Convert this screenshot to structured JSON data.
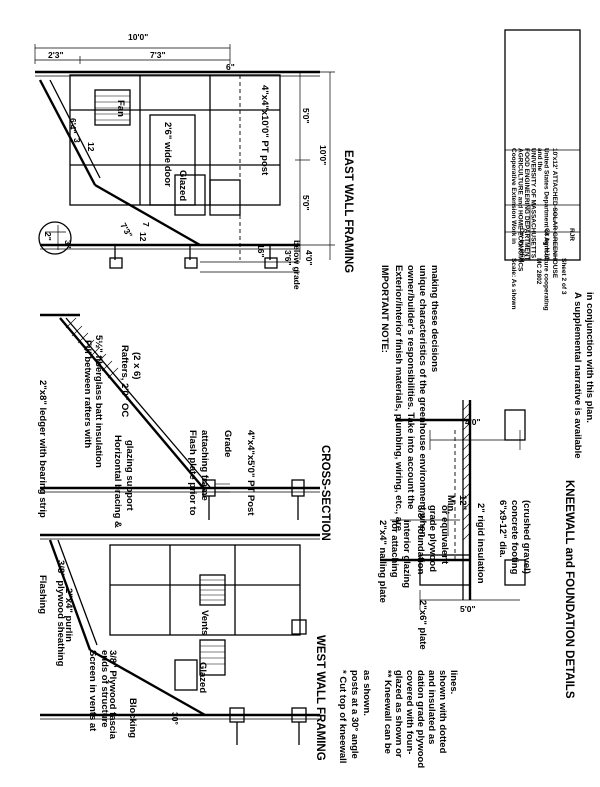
{
  "east_wall": {
    "title": "EAST WALL FRAMING",
    "dims": {
      "overall_width": "10'0\"",
      "left_width": "2'3\"",
      "right_width": "7'3\"",
      "six_in": "6\"",
      "height_top": "5'0\"",
      "height_bottom": "5'0\"",
      "height_total": "10'0\"",
      "rafter_len": "6'4\"",
      "glazing_len": "7'3\"",
      "below_grade": "3'6\"",
      "below_grade_text": "below grade",
      "footing": "4'0\"",
      "sixteen": "16\"",
      "slope_3": "3",
      "slope_12": "12",
      "slope_7": "7",
      "slope_12b": "12",
      "detail_3": "3\"",
      "detail_2": "2\""
    },
    "labels": {
      "fan": "Fan",
      "door": "2'6\" wide door",
      "post": "4\"x4\"x10'0\" PT post",
      "glazed": "Glazed"
    }
  },
  "cross_section": {
    "title": "CROSS-SECTION",
    "labels": {
      "ledger": "2\"x8\" ledger with bearing strip",
      "fill": "Fill between rafters with",
      "fill2": "5½\" fiberglass batt insulation",
      "rafters": "Rafters, 2'0\" OC",
      "rafters2": "(2 x 6)",
      "bracing": "Horizontal bracing &",
      "bracing2": "glazing support",
      "flash": "Flash plate prior to",
      "flash2": "attaching frame",
      "grade": "Grade",
      "post": "4\"x4\"x5'0\" PT Post"
    }
  },
  "west_wall": {
    "title": "WEST WALL FRAMING",
    "labels": {
      "flashing": "Flashing",
      "sheathing": "3/8\" plywood sheathing",
      "purlin": "2\"x4\" purlin",
      "screen": "Screen in vents at",
      "screen2": "ends of structure",
      "fascia": "3/8\" Plywood fascia",
      "blocking": "Blocking",
      "angle": "30°",
      "glazed": "Glazed",
      "vents": "Vents"
    }
  },
  "kneewall": {
    "title": "KNEEWALL and FOUNDATION DETAILS",
    "labels": {
      "nailing": "2\"x4\" nailing plate",
      "nailing2": "for attaching",
      "nailing3": "interior glazing",
      "foundation": "3/8\" foundation",
      "foundation2": "grade plywood",
      "foundation3": "or equivalent",
      "plate": "2\"x6\" plate",
      "min": "Min.",
      "twelve": "12\"",
      "rigid": "2\" rigid insulation",
      "footing": "6\"x9-12\" dia.",
      "footing2": "concrete footing",
      "footing3": "(crushed gravel)",
      "four_ft": "4'0\"",
      "five_ft": "5'0\""
    }
  },
  "notes": {
    "important_title": "IMPORTANT NOTE:",
    "important_lines": [
      "Exterior/interior finish materials, plumbing, wiring, etc., are",
      "owner/builder's responsibilities. Take into account the",
      "unique characteristics of the greenhouse environment when",
      "making these decisions"
    ],
    "supplemental_lines": [
      "A supplemental narrative is available",
      "in conjunction with this plan."
    ],
    "footnote1_lines": [
      "* Cut top of kneewall",
      "  posts at a 30° angle",
      "  as shown."
    ],
    "footnote2_lines": [
      "** Kneewall can be",
      "  glazed as shown or",
      "  covered with foun-",
      "  dation grade plywood",
      "  and insulated as",
      "  shown with dotted",
      "  lines."
    ]
  },
  "title_block": {
    "org_lines": [
      "Cooperative Extension Work in",
      "AGRICULTURE and HOME ECONOMICS",
      "FOOD ENGINEERING DEPARTMENT",
      "UNIVERSITY OF MASSACHUSETTS",
      "and the",
      "United States Department of Agriculture cooperating"
    ],
    "project": "10'x12' ATTACHED SOLAR GREENHOUSE",
    "scale": "Scale: As shown",
    "mc": "MC 2802",
    "sheet": "Sheet 2 of 3",
    "drawn": "Dw by RFR",
    "checked": "Ck by HJG",
    "initials": "RJR"
  }
}
